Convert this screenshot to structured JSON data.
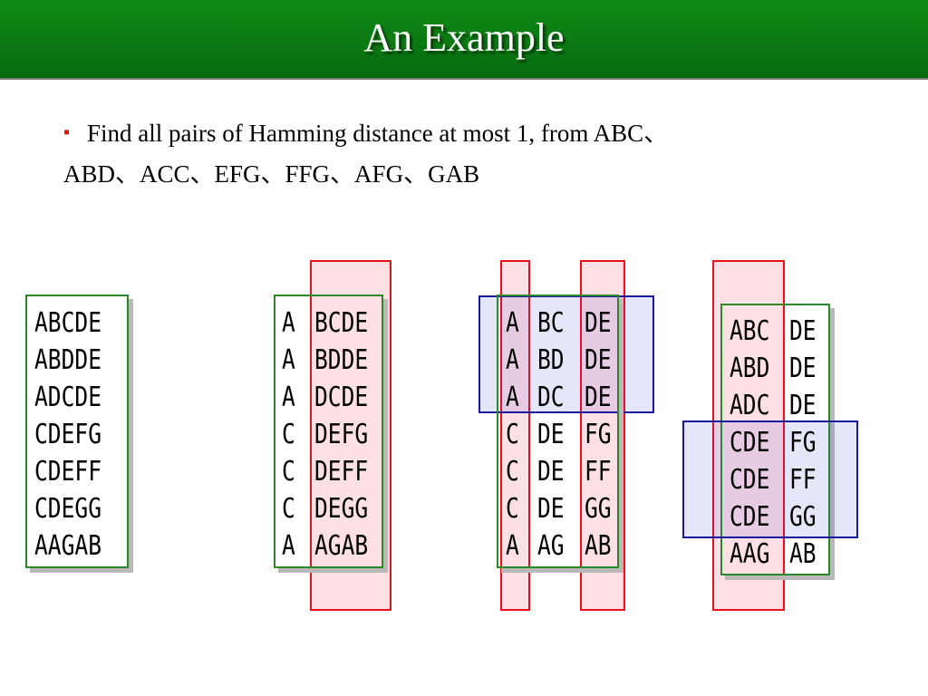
{
  "slide": {
    "title": "An Example",
    "bullet_line1": "Find all pairs of Hamming distance at most 1, from ABC、",
    "bullet_line2": "ABD、ACC、EFG、FFG、AFG、GAB",
    "colors": {
      "title_bg": "#0a7a12",
      "box_border": "#2a8a2a",
      "red": "#e8101a",
      "blue": "#1a1aa0"
    }
  },
  "groups": {
    "g1": {
      "col1": "ABCDE\nABDDE\nADCDE\nCDEFG\nCDEFF\nCDEGG\nAAGAB"
    },
    "g2": {
      "col1": "A\nA\nA\nC\nC\nC\nA",
      "col2": "BCDE\nBDDE\nDCDE\nDEFG\nDEFF\nDEGG\nAGAB"
    },
    "g3": {
      "col1": "A\nA\nA\nC\nC\nC\nA",
      "col2": "BC\nBD\nDC\nDE\nDE\nDE\nAG",
      "col3": "DE\nDE\nDE\nFG\nFF\nGG\nAB"
    },
    "g4": {
      "col1": "ABC\nABD\nADC\nCDE\nCDE\nCDE\nAAG",
      "col2": "DE\nDE\nDE\nFG\nFF\nGG\nAB"
    }
  }
}
